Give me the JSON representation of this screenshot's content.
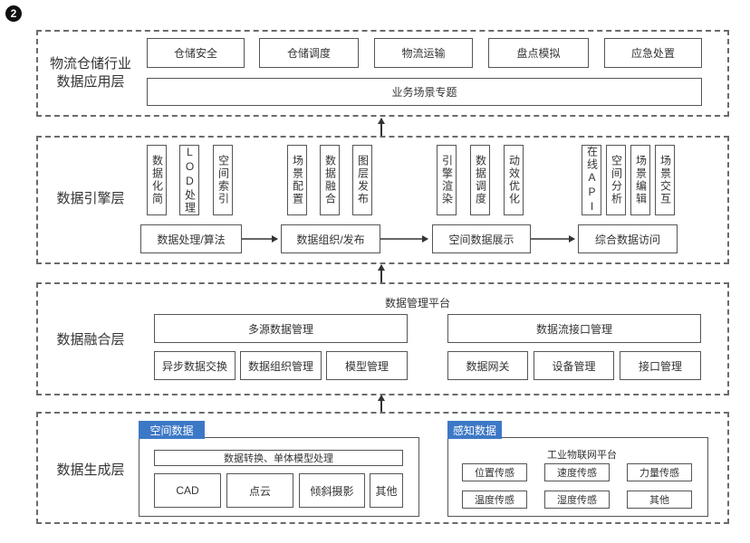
{
  "badge": "2",
  "app_layer": {
    "label_line1": "物流仓储行业",
    "label_line2": "数据应用层",
    "items": [
      "仓储安全",
      "仓储调度",
      "物流运输",
      "盘点模拟",
      "应急处置"
    ],
    "topic": "业务场景专题"
  },
  "engine_layer": {
    "label": "数据引擎层",
    "groups": [
      {
        "vertical": [
          "数据化简",
          "LOD处理",
          "空间索引"
        ],
        "bottom": "数据处理/算法"
      },
      {
        "vertical": [
          "场景配置",
          "数据融合",
          "图层发布"
        ],
        "bottom": "数据组织/发布"
      },
      {
        "vertical": [
          "引擎渲染",
          "数据调度",
          "动效优化"
        ],
        "bottom": "空间数据展示"
      },
      {
        "vertical": [
          "在线API",
          "空间分析",
          "场景编辑",
          "场景交互"
        ],
        "bottom": "综合数据访问"
      }
    ]
  },
  "fusion_layer": {
    "label": "数据融合层",
    "platform": "数据管理平台",
    "left": {
      "title": "多源数据管理",
      "items": [
        "异步数据交换",
        "数据组织管理",
        "模型管理"
      ]
    },
    "right": {
      "title": "数据流接口管理",
      "items": [
        "数据网关",
        "设备管理",
        "接口管理"
      ]
    }
  },
  "generation_layer": {
    "label": "数据生成层",
    "spatial": {
      "tag": "空间数据",
      "process": "数据转换、单体模型处理",
      "items": [
        "CAD",
        "点云",
        "倾斜摄影",
        "其他"
      ]
    },
    "sensing": {
      "tag": "感知数据",
      "platform": "工业物联网平台",
      "items": [
        "位置传感",
        "速度传感",
        "力量传感",
        "温度传感",
        "湿度传感",
        "其他"
      ]
    }
  }
}
